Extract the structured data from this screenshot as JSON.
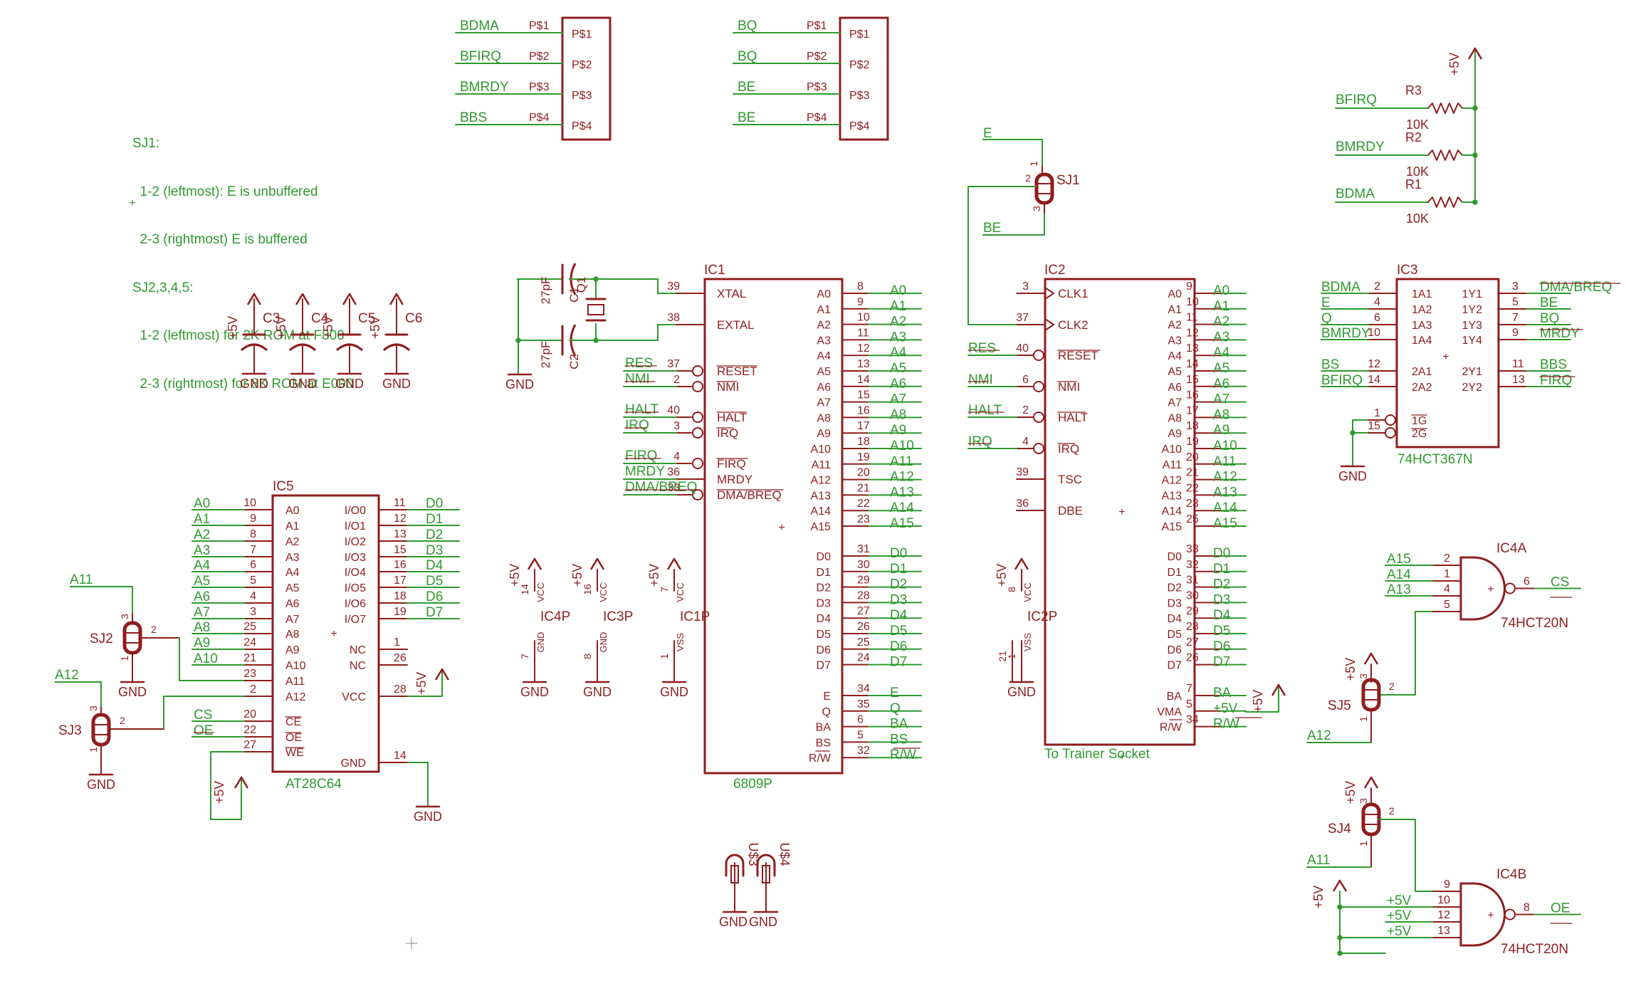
{
  "colors": {
    "part": "#8f1d1d",
    "wire": "#2e9a2e",
    "label": "#2e9a2e",
    "pin_text": "#8f1d1d",
    "background": "#ffffff"
  },
  "notes": [
    "SJ1:",
    "  1-2 (leftmost): E is unbuffered",
    "  2-3 (rightmost) E is buffered",
    "SJ2,3,4,5:",
    "  1-2 (leftmost) for 2K ROM at F800",
    "  2-3 (rightmost) for 8K ROM at E000"
  ],
  "headers": [
    {
      "name": "header-left",
      "pins": [
        "P$1",
        "P$2",
        "P$3",
        "P$4"
      ],
      "nets": [
        "BDMA",
        "BFIRQ",
        "BMRDY",
        "BBS"
      ]
    },
    {
      "name": "header-right",
      "pins": [
        "P$1",
        "P$2",
        "P$3",
        "P$4"
      ],
      "nets": [
        "BQ",
        "BQ",
        "BE",
        "BE"
      ]
    }
  ],
  "ic1": {
    "name": "IC1",
    "value": "6809P",
    "left_pins": [
      {
        "num": "39",
        "label": "XTAL",
        "net": ""
      },
      {
        "num": "38",
        "label": "EXTAL",
        "net": ""
      },
      {
        "num": "37",
        "label": "RESET",
        "net": "RES"
      },
      {
        "num": "2",
        "label": "NMI",
        "net": "NMI"
      },
      {
        "num": "40",
        "label": "HALT",
        "net": "HALT"
      },
      {
        "num": "3",
        "label": "IRQ",
        "net": "IRQ"
      },
      {
        "num": "4",
        "label": "FIRQ",
        "net": "FIRQ"
      },
      {
        "num": "36",
        "label": "MRDY",
        "net": "MRDY"
      },
      {
        "num": "33",
        "label": "DMA/BREQ",
        "net": "DMA/BREQ"
      }
    ],
    "addr_pins": [
      {
        "num": "8",
        "label": "A0"
      },
      {
        "num": "9",
        "label": "A1"
      },
      {
        "num": "10",
        "label": "A2"
      },
      {
        "num": "11",
        "label": "A3"
      },
      {
        "num": "12",
        "label": "A4"
      },
      {
        "num": "13",
        "label": "A5"
      },
      {
        "num": "14",
        "label": "A6"
      },
      {
        "num": "15",
        "label": "A7"
      },
      {
        "num": "16",
        "label": "A8"
      },
      {
        "num": "17",
        "label": "A9"
      },
      {
        "num": "18",
        "label": "A10"
      },
      {
        "num": "19",
        "label": "A11"
      },
      {
        "num": "20",
        "label": "A12"
      },
      {
        "num": "21",
        "label": "A13"
      },
      {
        "num": "22",
        "label": "A14"
      },
      {
        "num": "23",
        "label": "A15"
      }
    ],
    "data_pins": [
      {
        "num": "31",
        "label": "D0"
      },
      {
        "num": "30",
        "label": "D1"
      },
      {
        "num": "29",
        "label": "D2"
      },
      {
        "num": "28",
        "label": "D3"
      },
      {
        "num": "27",
        "label": "D4"
      },
      {
        "num": "26",
        "label": "D5"
      },
      {
        "num": "25",
        "label": "D6"
      },
      {
        "num": "24",
        "label": "D7"
      }
    ],
    "ctrl_pins": [
      {
        "num": "34",
        "label": "E",
        "net": "E"
      },
      {
        "num": "35",
        "label": "Q",
        "net": "Q"
      },
      {
        "num": "6",
        "label": "BA",
        "net": "BA"
      },
      {
        "num": "5",
        "label": "BS",
        "net": "BS"
      },
      {
        "num": "32",
        "label": "R/W",
        "net": "R/W"
      }
    ]
  },
  "ic2": {
    "name": "IC2",
    "value": "To Trainer Socket",
    "left_pins": [
      {
        "num": "3",
        "label": "CLK1",
        "net": ""
      },
      {
        "num": "37",
        "label": "CLK2",
        "net": ""
      },
      {
        "num": "40",
        "label": "RESET",
        "net": "RES"
      },
      {
        "num": "6",
        "label": "NMI",
        "net": "NMI"
      },
      {
        "num": "2",
        "label": "HALT",
        "net": "HALT"
      },
      {
        "num": "4",
        "label": "IRQ",
        "net": "IRQ"
      },
      {
        "num": "39",
        "label": "TSC",
        "net": ""
      },
      {
        "num": "36",
        "label": "DBE",
        "net": ""
      }
    ],
    "addr_pins": [
      {
        "num": "9",
        "label": "A0"
      },
      {
        "num": "10",
        "label": "A1"
      },
      {
        "num": "11",
        "label": "A2"
      },
      {
        "num": "12",
        "label": "A3"
      },
      {
        "num": "13",
        "label": "A4"
      },
      {
        "num": "14",
        "label": "A5"
      },
      {
        "num": "15",
        "label": "A6"
      },
      {
        "num": "16",
        "label": "A7"
      },
      {
        "num": "17",
        "label": "A8"
      },
      {
        "num": "18",
        "label": "A9"
      },
      {
        "num": "19",
        "label": "A10"
      },
      {
        "num": "20",
        "label": "A11"
      },
      {
        "num": "21",
        "label": "A12"
      },
      {
        "num": "22",
        "label": "A13"
      },
      {
        "num": "23",
        "label": "A14"
      },
      {
        "num": "25",
        "label": "A15"
      }
    ],
    "data_pins": [
      {
        "num": "33",
        "label": "D0"
      },
      {
        "num": "32",
        "label": "D1"
      },
      {
        "num": "31",
        "label": "D2"
      },
      {
        "num": "30",
        "label": "D3"
      },
      {
        "num": "29",
        "label": "D4"
      },
      {
        "num": "28",
        "label": "D5"
      },
      {
        "num": "27",
        "label": "D6"
      },
      {
        "num": "26",
        "label": "D7"
      }
    ],
    "ctrl_pins": [
      {
        "num": "7",
        "label": "BA",
        "net": "BA"
      },
      {
        "num": "5",
        "label": "VMA",
        "net": "+5V"
      },
      {
        "num": "34",
        "label": "R/W",
        "net": "R/W"
      }
    ]
  },
  "ic3": {
    "name": "IC3",
    "value": "74HCT367N",
    "left_pins": [
      {
        "num": "2",
        "label": "1A1",
        "net": "BDMA"
      },
      {
        "num": "4",
        "label": "1A2",
        "net": "E"
      },
      {
        "num": "6",
        "label": "1A3",
        "net": "Q"
      },
      {
        "num": "10",
        "label": "1A4",
        "net": "BMRDY"
      },
      {
        "num": "12",
        "label": "2A1",
        "net": "BS"
      },
      {
        "num": "14",
        "label": "2A2",
        "net": "BFIRQ"
      },
      {
        "num": "1",
        "label": "1G",
        "net": ""
      },
      {
        "num": "15",
        "label": "2G",
        "net": ""
      }
    ],
    "right_pins": [
      {
        "num": "3",
        "label": "1Y1",
        "net": "DMA/BREQ"
      },
      {
        "num": "5",
        "label": "1Y2",
        "net": "BE"
      },
      {
        "num": "7",
        "label": "1Y3",
        "net": "BQ"
      },
      {
        "num": "9",
        "label": "1Y4",
        "net": "MRDY"
      },
      {
        "num": "11",
        "label": "2Y1",
        "net": "BBS"
      },
      {
        "num": "13",
        "label": "2Y2",
        "net": "FIRQ"
      }
    ]
  },
  "ic5": {
    "name": "IC5",
    "value": "AT28C64",
    "left_pins": [
      {
        "num": "10",
        "label": "A0",
        "net": "A0"
      },
      {
        "num": "9",
        "label": "A1",
        "net": "A1"
      },
      {
        "num": "8",
        "label": "A2",
        "net": "A2"
      },
      {
        "num": "7",
        "label": "A3",
        "net": "A3"
      },
      {
        "num": "6",
        "label": "A4",
        "net": "A4"
      },
      {
        "num": "5",
        "label": "A5",
        "net": "A5"
      },
      {
        "num": "4",
        "label": "A6",
        "net": "A6"
      },
      {
        "num": "3",
        "label": "A7",
        "net": "A7"
      },
      {
        "num": "25",
        "label": "A8",
        "net": "A8"
      },
      {
        "num": "24",
        "label": "A9",
        "net": "A9"
      },
      {
        "num": "21",
        "label": "A10",
        "net": "A10"
      },
      {
        "num": "23",
        "label": "A11",
        "net": ""
      },
      {
        "num": "2",
        "label": "A12",
        "net": ""
      },
      {
        "num": "20",
        "label": "CE",
        "net": "CS"
      },
      {
        "num": "22",
        "label": "OE",
        "net": "OE"
      },
      {
        "num": "27",
        "label": "WE",
        "net": ""
      }
    ],
    "right_pins": [
      {
        "num": "11",
        "label": "I/O0",
        "net": "D0"
      },
      {
        "num": "12",
        "label": "I/O1",
        "net": "D1"
      },
      {
        "num": "13",
        "label": "I/O2",
        "net": "D2"
      },
      {
        "num": "15",
        "label": "I/O3",
        "net": "D3"
      },
      {
        "num": "16",
        "label": "I/O4",
        "net": "D4"
      },
      {
        "num": "17",
        "label": "I/O5",
        "net": "D5"
      },
      {
        "num": "18",
        "label": "I/O6",
        "net": "D6"
      },
      {
        "num": "19",
        "label": "I/O7",
        "net": "D7"
      },
      {
        "num": "1",
        "label": "NC",
        "net": ""
      },
      {
        "num": "26",
        "label": "NC",
        "net": ""
      },
      {
        "num": "28",
        "label": "VCC",
        "net": ""
      },
      {
        "num": "14",
        "label": "GND",
        "net": ""
      }
    ]
  },
  "ic4a": {
    "name": "IC4A",
    "value": "74HCT20N",
    "inputs": [
      {
        "num": "2",
        "net": "A15"
      },
      {
        "num": "1",
        "net": "A14"
      },
      {
        "num": "4",
        "net": "A13"
      },
      {
        "num": "5",
        "net": ""
      }
    ],
    "output": {
      "num": "6",
      "net": "CS"
    }
  },
  "ic4b": {
    "name": "IC4B",
    "value": "74HCT20N",
    "inputs": [
      {
        "num": "9",
        "net": ""
      },
      {
        "num": "10",
        "net": "+5V"
      },
      {
        "num": "12",
        "net": "+5V"
      },
      {
        "num": "13",
        "net": "+5V"
      }
    ],
    "output": {
      "num": "8",
      "net": "OE"
    }
  },
  "resistors": [
    {
      "name": "R3",
      "value": "10K",
      "net": "BFIRQ"
    },
    {
      "name": "R2",
      "value": "10K",
      "net": "BMRDY"
    },
    {
      "name": "R1",
      "value": "10K",
      "net": "BDMA"
    }
  ],
  "caps": [
    "C3",
    "C4",
    "C5",
    "C6"
  ],
  "crystal": {
    "name": "Q1",
    "c1": "C1",
    "c2": "C2",
    "c_value": "27pF"
  },
  "power_parts": [
    {
      "name": "IC4P",
      "vcc_pin": "14",
      "gnd_pin": "7",
      "vcc": "VCC",
      "gnd": "GND"
    },
    {
      "name": "IC3P",
      "vcc_pin": "16",
      "gnd_pin": "8",
      "vcc": "VCC",
      "gnd": "GND"
    },
    {
      "name": "IC1P",
      "vcc_pin": "7",
      "gnd_pin": "1",
      "vcc": "VCC",
      "gnd": "VSS"
    },
    {
      "name": "IC2P",
      "vcc_pin": "8",
      "gnd_pin": "1",
      "vcc": "VCC",
      "gnd": "VSS",
      "extra_pin": "21"
    }
  ],
  "jumpers": {
    "sj1": "SJ1",
    "sj2": "SJ2",
    "sj3": "SJ3",
    "sj4": "SJ4",
    "sj5": "SJ5"
  },
  "misc_nets": {
    "e": "E",
    "be": "BE",
    "a11": "A11",
    "a12": "A12"
  },
  "supplies": {
    "vcc": "+5V",
    "gnd": "GND"
  },
  "misc_parts": [
    "U$3",
    "U$4"
  ]
}
